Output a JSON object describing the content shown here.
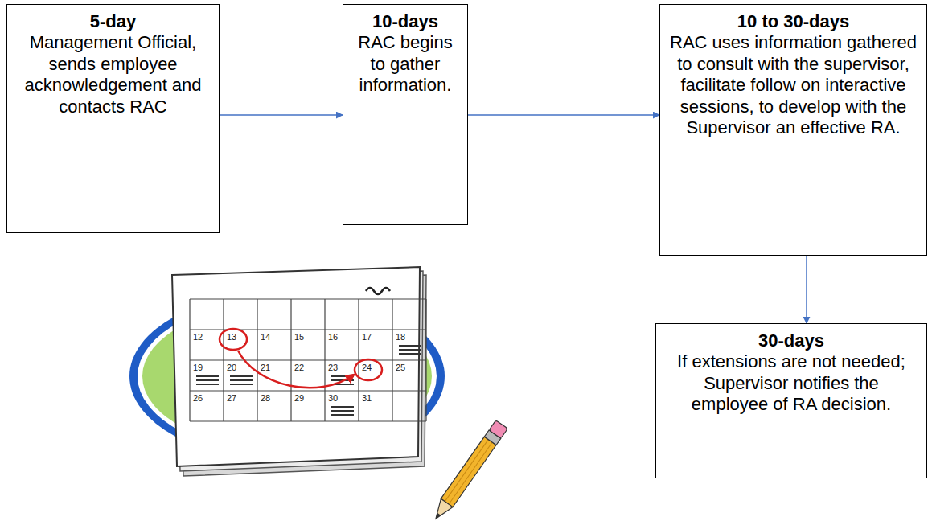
{
  "diagram": {
    "nodes": [
      {
        "text": [
          "5-day",
          "Management Official, sends employee acknowledgement and contacts RAC"
        ]
      },
      {
        "text": [
          "10-days",
          "RAC begins to gather information."
        ]
      },
      {
        "text": [
          "10 to 30-days",
          "RAC uses information gathered to consult with the supervisor, facilitate follow on interactive sessions, to develop with the Supervisor an effective RA."
        ]
      },
      {
        "text": [
          "30-days",
          "If extensions are not needed; Supervisor notifies the employee of RA decision."
        ]
      }
    ],
    "edges": [
      {
        "from": 0,
        "to": 1,
        "arrow": "to"
      },
      {
        "from": 1,
        "to": 2,
        "arrow": "to"
      },
      {
        "from": 2,
        "to": 3,
        "arrow": "to"
      }
    ],
    "labels": [
      "12",
      "13",
      "14",
      "15",
      "16",
      "17",
      "18",
      "19",
      "20",
      "21",
      "22",
      "23",
      "24",
      "25",
      "26",
      "27",
      "28",
      "29",
      "30",
      "31"
    ]
  }
}
